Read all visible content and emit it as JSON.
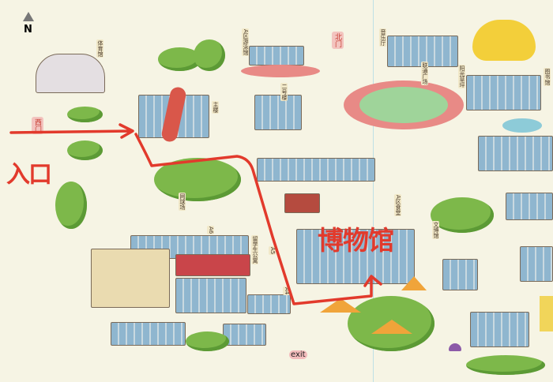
{
  "compass": {
    "label": "N"
  },
  "annotations": {
    "entrance": "入口",
    "museum": "博物馆",
    "exit": "exit"
  },
  "gates": {
    "west": "西门",
    "north": "北门"
  },
  "labels": {
    "gym": "体育馆",
    "pool": "A区游泳馆",
    "main": "主楼",
    "building2": "二号楼",
    "concert": "音乐厅",
    "plaza": "联通广场",
    "lawn": "阳光草坪",
    "library": "图书馆",
    "tennis": "网球场",
    "intl": "留学生公寓",
    "canteen": "A区食堂",
    "wenbo": "文博馆",
    "a4": "A4",
    "a5": "A5",
    "a6": "A6"
  },
  "colors": {
    "route": "#e23a2c",
    "track": "#e88a86",
    "field": "#9fd49a",
    "background": "#f6f4e4"
  }
}
